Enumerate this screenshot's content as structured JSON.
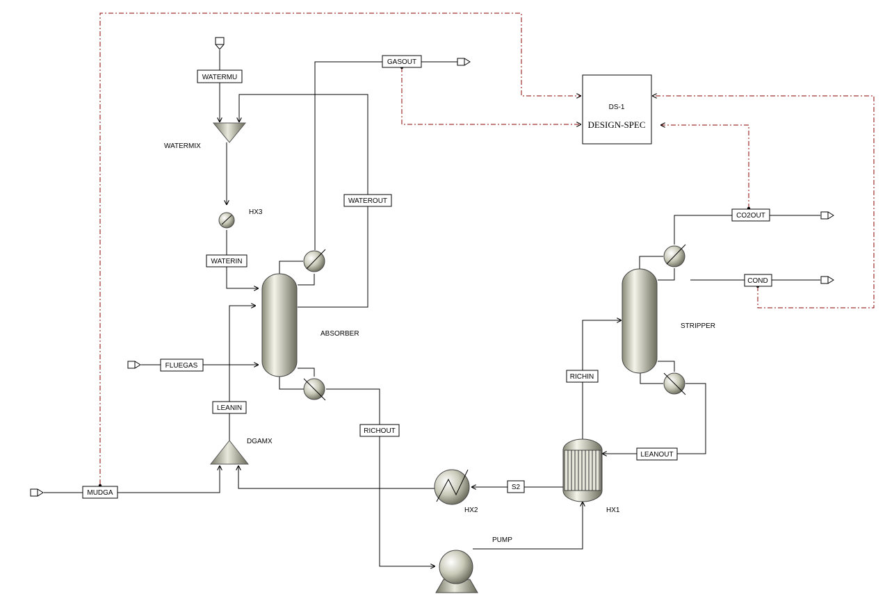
{
  "streams": {
    "watermu": "WATERMU",
    "waterin": "WATERIN",
    "waterout": "WATEROUT",
    "gasout": "GASOUT",
    "fluegas": "FLUEGAS",
    "leanin": "LEANIN",
    "richout": "RICHOUT",
    "mudga": "MUDGA",
    "s2": "S2",
    "leanout": "LEANOUT",
    "richin": "RICHIN",
    "co2out": "CO2OUT",
    "cond": "COND"
  },
  "blocks": {
    "watermix": "WATERMIX",
    "hx3": "HX3",
    "absorber": "ABSORBER",
    "dgamx": "DGAMX",
    "hx2": "HX2",
    "hx1": "HX1",
    "pump": "PUMP",
    "stripper": "STRIPPER"
  },
  "design_spec": {
    "id": "DS-1",
    "type": "DESIGN-SPEC"
  },
  "colors": {
    "control_line": "#8b0000",
    "stream_line": "#000000",
    "equipment_fill": "#cfcfc0"
  }
}
